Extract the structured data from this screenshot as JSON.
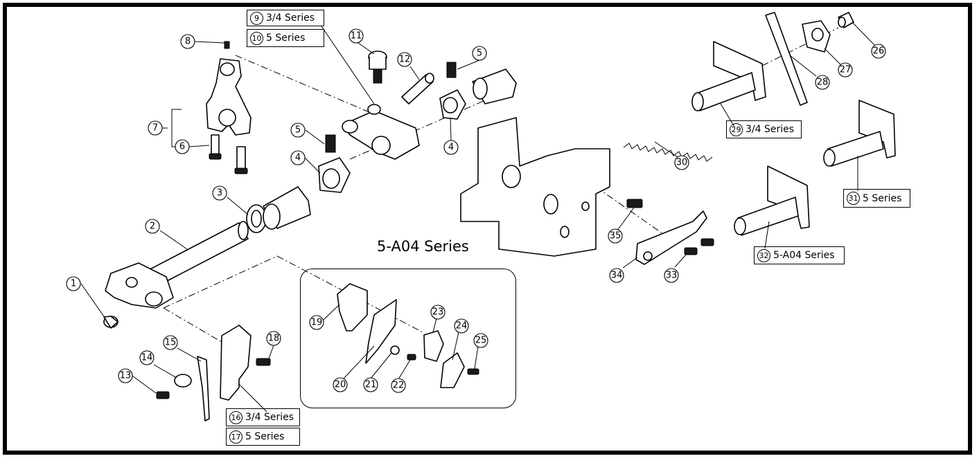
{
  "diagram": {
    "center_title": "5-A04 Series",
    "callouts": [
      "1",
      "2",
      "3",
      "4",
      "4",
      "5",
      "5",
      "6",
      "7",
      "8",
      "11",
      "12",
      "13",
      "14",
      "15",
      "18",
      "19",
      "20",
      "21",
      "22",
      "23",
      "24",
      "25",
      "26",
      "27",
      "28",
      "30",
      "33",
      "34",
      "35"
    ],
    "series_labels": {
      "l9": {
        "num": "9",
        "text": "3/4 Series"
      },
      "l10": {
        "num": "10",
        "text": "5 Series"
      },
      "l16": {
        "num": "16",
        "text": "3/4 Series"
      },
      "l17": {
        "num": "17",
        "text": "5 Series"
      },
      "l29": {
        "num": "29",
        "text": "3/4 Series"
      },
      "l31": {
        "num": "31",
        "text": "5 Series"
      },
      "l32": {
        "num": "32",
        "text": "5-A04 Series"
      }
    }
  }
}
